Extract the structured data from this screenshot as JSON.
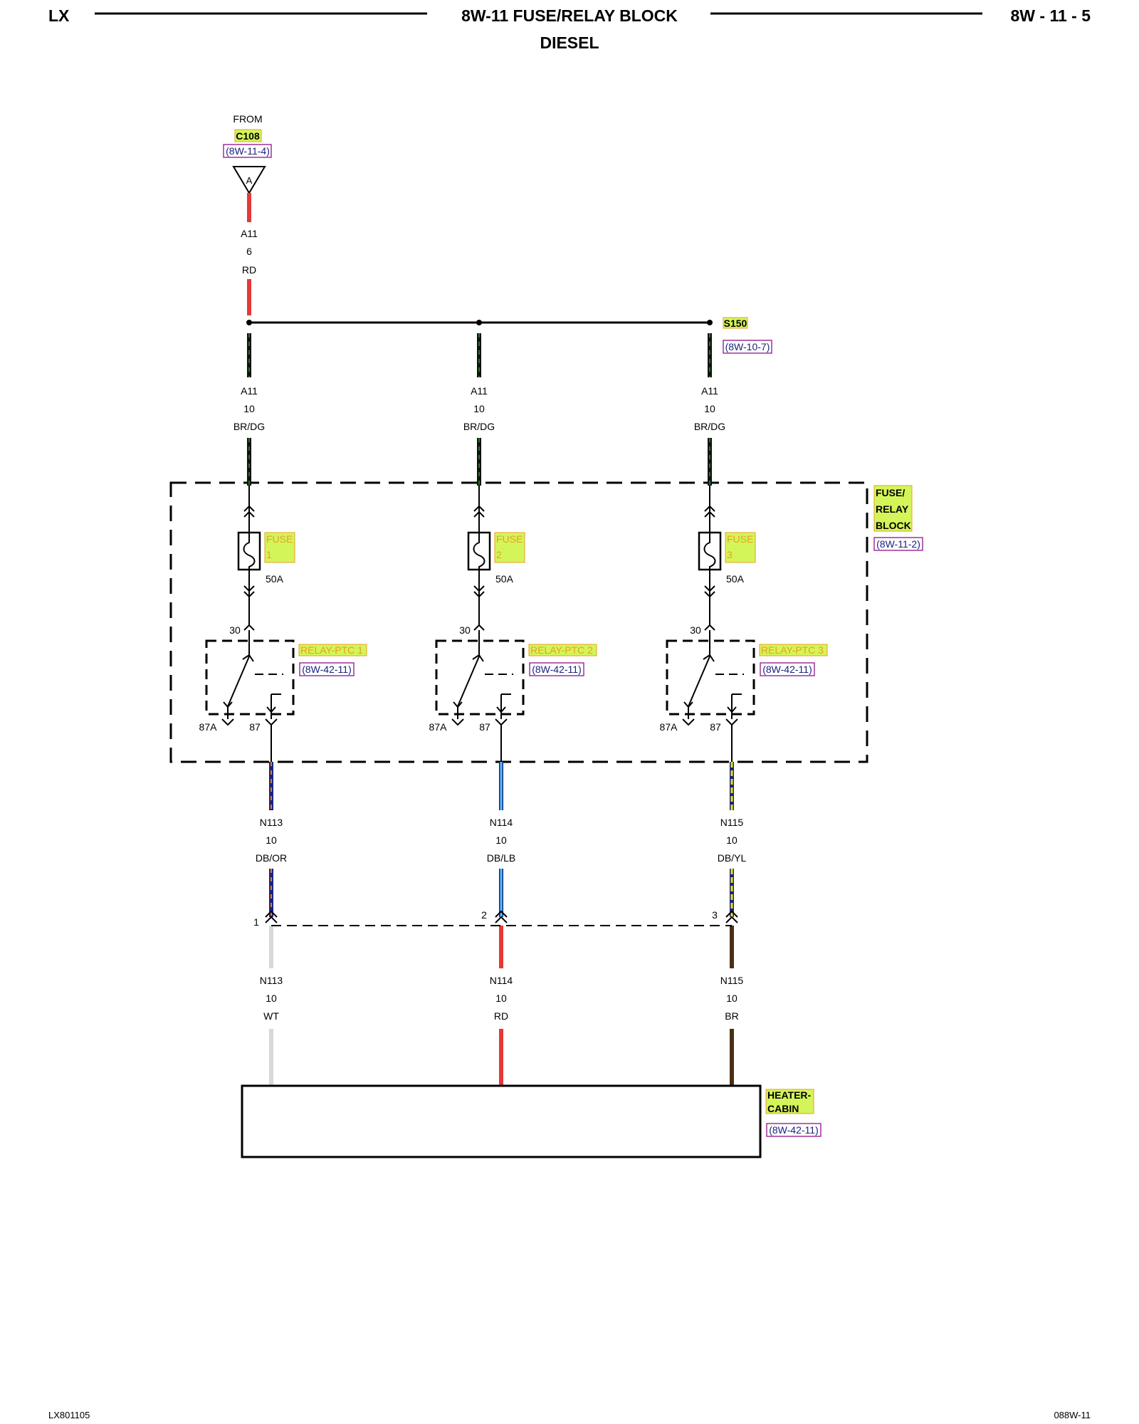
{
  "header": {
    "left": "LX",
    "title": "8W-11 FUSE/RELAY BLOCK",
    "subtitle": "DIESEL",
    "page": "8W - 11 - 5"
  },
  "source": {
    "from": "FROM",
    "connector": "C108",
    "ref": "(8W-11-4)",
    "pin": "A"
  },
  "feed_wire": {
    "circuit": "A11",
    "gauge": "6",
    "color": "RD"
  },
  "splice": {
    "name": "S150",
    "ref": "(8W-10-7)"
  },
  "branches": [
    {
      "in": {
        "circuit": "A11",
        "gauge": "10",
        "color": "BR/DG"
      },
      "fuse": {
        "label": "FUSE",
        "num": "1",
        "rating": "50A"
      },
      "relay": {
        "label": "RELAY-PTC 1",
        "ref": "(8W-42-11)",
        "pin30": "30",
        "pin87a": "87A",
        "pin87": "87"
      },
      "out": {
        "circuit": "N113",
        "gauge": "10",
        "color": "DB/OR"
      },
      "conn_pin": "1",
      "load": {
        "circuit": "N113",
        "gauge": "10",
        "color": "WT"
      }
    },
    {
      "in": {
        "circuit": "A11",
        "gauge": "10",
        "color": "BR/DG"
      },
      "fuse": {
        "label": "FUSE",
        "num": "2",
        "rating": "50A"
      },
      "relay": {
        "label": "RELAY-PTC 2",
        "ref": "(8W-42-11)",
        "pin30": "30",
        "pin87a": "87A",
        "pin87": "87"
      },
      "out": {
        "circuit": "N114",
        "gauge": "10",
        "color": "DB/LB"
      },
      "conn_pin": "2",
      "load": {
        "circuit": "N114",
        "gauge": "10",
        "color": "RD"
      }
    },
    {
      "in": {
        "circuit": "A11",
        "gauge": "10",
        "color": "BR/DG"
      },
      "fuse": {
        "label": "FUSE",
        "num": "3",
        "rating": "50A"
      },
      "relay": {
        "label": "RELAY-PTC 3",
        "ref": "(8W-42-11)",
        "pin30": "30",
        "pin87a": "87A",
        "pin87": "87"
      },
      "out": {
        "circuit": "N115",
        "gauge": "10",
        "color": "DB/YL"
      },
      "conn_pin": "3",
      "load": {
        "circuit": "N115",
        "gauge": "10",
        "color": "BR"
      }
    }
  ],
  "block": {
    "line1": "FUSE/",
    "line2": "RELAY",
    "line3": "BLOCK",
    "ref": "(8W-11-2)"
  },
  "heater": {
    "line1": "HEATER-",
    "line2": "CABIN",
    "ref": "(8W-42-11)"
  },
  "footer": {
    "left": "LX801105",
    "right": "088W-11"
  },
  "colors": {
    "red": "#e53935",
    "brown": "#6d4c2f",
    "dark_green": "#1e7a1e",
    "dark_blue": "#1a237e",
    "orange": "#f57c00",
    "light_blue": "#4fc3f7",
    "yellow": "#e8e800",
    "white": "#d8d8d8",
    "black": "#111111",
    "highlight": "#d4f55a",
    "ref_border": "#a0309a"
  }
}
